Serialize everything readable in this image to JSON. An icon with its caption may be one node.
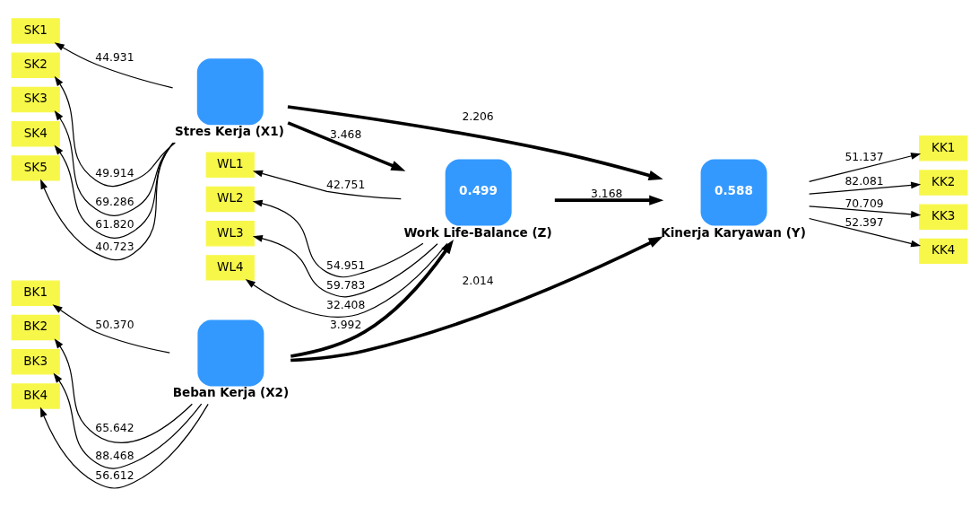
{
  "diagram": {
    "nodes": [
      {
        "text": [
          "SK1"
        ]
      },
      {
        "text": [
          "SK2"
        ]
      },
      {
        "text": [
          "SK3"
        ]
      },
      {
        "text": [
          "SK4"
        ]
      },
      {
        "text": [
          "SK5"
        ]
      },
      {
        "text": [
          "Stres Kerja (X1)"
        ]
      },
      {
        "text": [
          "WL1"
        ]
      },
      {
        "text": [
          "WL2"
        ]
      },
      {
        "text": [
          "WL3"
        ]
      },
      {
        "text": [
          "WL4"
        ]
      },
      {
        "text": [
          "0.499",
          "Work Life-Balance (Z)"
        ]
      },
      {
        "text": [
          "0.588",
          "Kinerja Karyawan (Y)"
        ]
      },
      {
        "text": [
          "KK1"
        ]
      },
      {
        "text": [
          "KK2"
        ]
      },
      {
        "text": [
          "KK3"
        ]
      },
      {
        "text": [
          "KK4"
        ]
      },
      {
        "text": [
          "BK1"
        ]
      },
      {
        "text": [
          "BK2"
        ]
      },
      {
        "text": [
          "BK3"
        ]
      },
      {
        "text": [
          "BK4"
        ]
      },
      {
        "text": [
          "Beban Kerja (X2)"
        ]
      }
    ],
    "edges": [
      {
        "from": 5,
        "to": 0,
        "arrow": "to",
        "label": "44.931"
      },
      {
        "from": 5,
        "to": 1,
        "arrow": "to",
        "label": "49.914"
      },
      {
        "from": 5,
        "to": 2,
        "arrow": "to",
        "label": "69.286"
      },
      {
        "from": 5,
        "to": 3,
        "arrow": "to",
        "label": "61.820"
      },
      {
        "from": 5,
        "to": 4,
        "arrow": "to",
        "label": "40.723"
      },
      {
        "from": 5,
        "to": 10,
        "arrow": "to",
        "label": "3.468",
        "style": "thick"
      },
      {
        "from": 5,
        "to": 11,
        "arrow": "to",
        "label": "2.206",
        "style": "thick"
      },
      {
        "from": 10,
        "to": 6,
        "arrow": "to",
        "label": "42.751"
      },
      {
        "from": 10,
        "to": 7,
        "arrow": "to",
        "label": "54.951"
      },
      {
        "from": 10,
        "to": 8,
        "arrow": "to",
        "label": "59.783"
      },
      {
        "from": 10,
        "to": 9,
        "arrow": "to",
        "label": "32.408"
      },
      {
        "from": 10,
        "to": 11,
        "arrow": "to",
        "label": "3.168",
        "style": "thick"
      },
      {
        "from": 11,
        "to": 12,
        "arrow": "to",
        "label": "51.137"
      },
      {
        "from": 11,
        "to": 13,
        "arrow": "to",
        "label": "82.081"
      },
      {
        "from": 11,
        "to": 14,
        "arrow": "to",
        "label": "70.709"
      },
      {
        "from": 11,
        "to": 15,
        "arrow": "to",
        "label": "52.397"
      },
      {
        "from": 20,
        "to": 16,
        "arrow": "to",
        "label": "50.370"
      },
      {
        "from": 20,
        "to": 17,
        "arrow": "to",
        "label": "65.642"
      },
      {
        "from": 20,
        "to": 18,
        "arrow": "to",
        "label": "88.468"
      },
      {
        "from": 20,
        "to": 19,
        "arrow": "to",
        "label": "56.612"
      },
      {
        "from": 20,
        "to": 10,
        "arrow": "to",
        "label": "3.992",
        "style": "thick"
      },
      {
        "from": 20,
        "to": 11,
        "arrow": "to",
        "label": "2.014",
        "style": "thick"
      }
    ]
  }
}
